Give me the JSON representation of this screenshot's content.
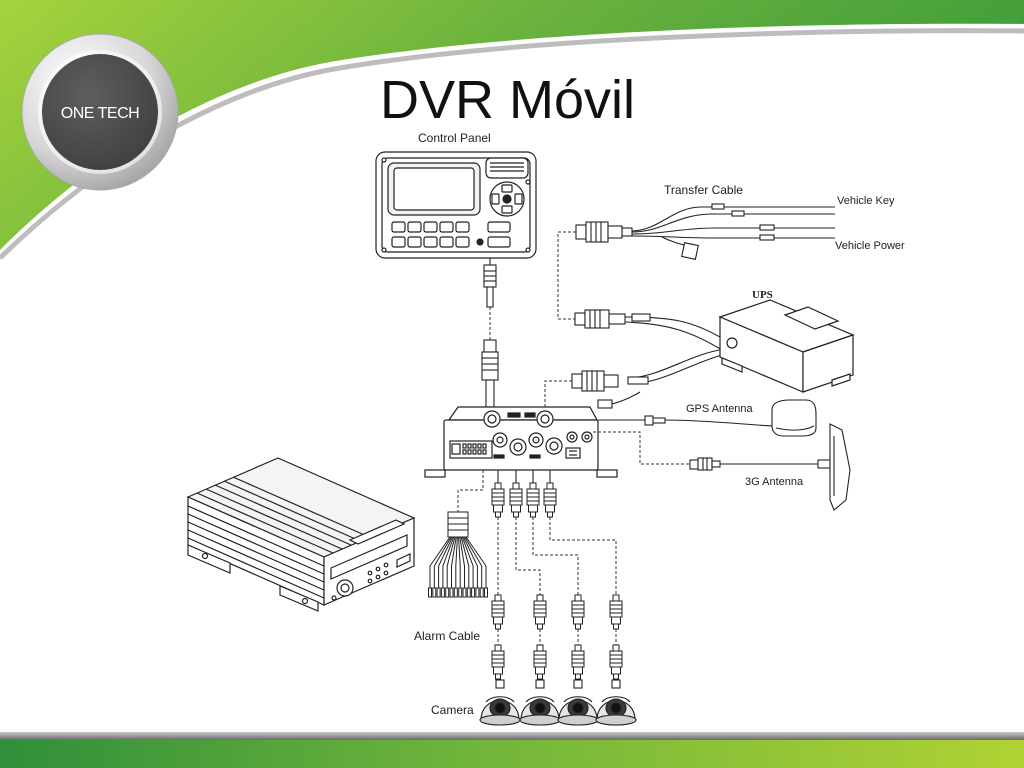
{
  "slide": {
    "title": "DVR Móvil",
    "logo_text": "ONE TECH"
  },
  "diagram": {
    "labels": {
      "control_panel": "Control Panel",
      "transfer_cable": "Transfer Cable",
      "vehicle_key": "Vehicle Key",
      "vehicle_power": "Vehicle Power",
      "ups": "UPS",
      "gps_antenna": "GPS Antenna",
      "antenna_3g": "3G Antenna",
      "alarm_cable": "Alarm Cable",
      "camera": "Camera"
    },
    "camera_count": 4
  },
  "colors": {
    "brand_green": "#6ab23e",
    "brand_green_light": "#a8cc36",
    "logo_dark": "#4d4d4d",
    "line": "#222222"
  }
}
